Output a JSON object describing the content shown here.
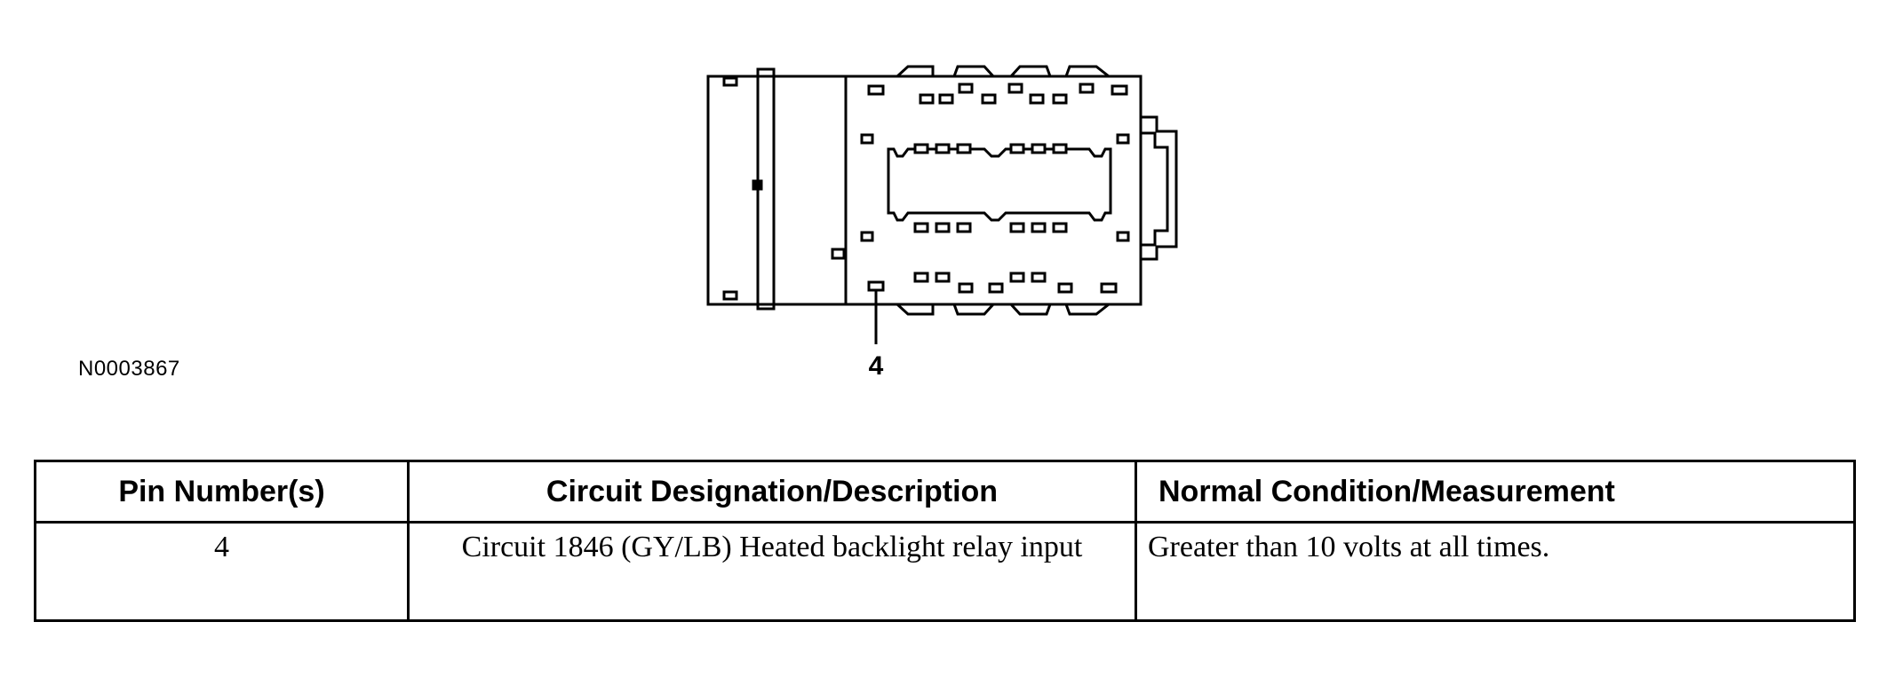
{
  "diagram": {
    "figure_id": "N0003867",
    "pin_callout": "4"
  },
  "table": {
    "headers": {
      "pin": "Pin Number(s)",
      "circuit": "Circuit Designation/Description",
      "measurement": "Normal Condition/Measurement"
    },
    "rows": [
      {
        "pin": "4",
        "circuit": "Circuit 1846 (GY/LB) Heated backlight relay input",
        "measurement": "Greater than 10 volts at all times."
      }
    ]
  }
}
